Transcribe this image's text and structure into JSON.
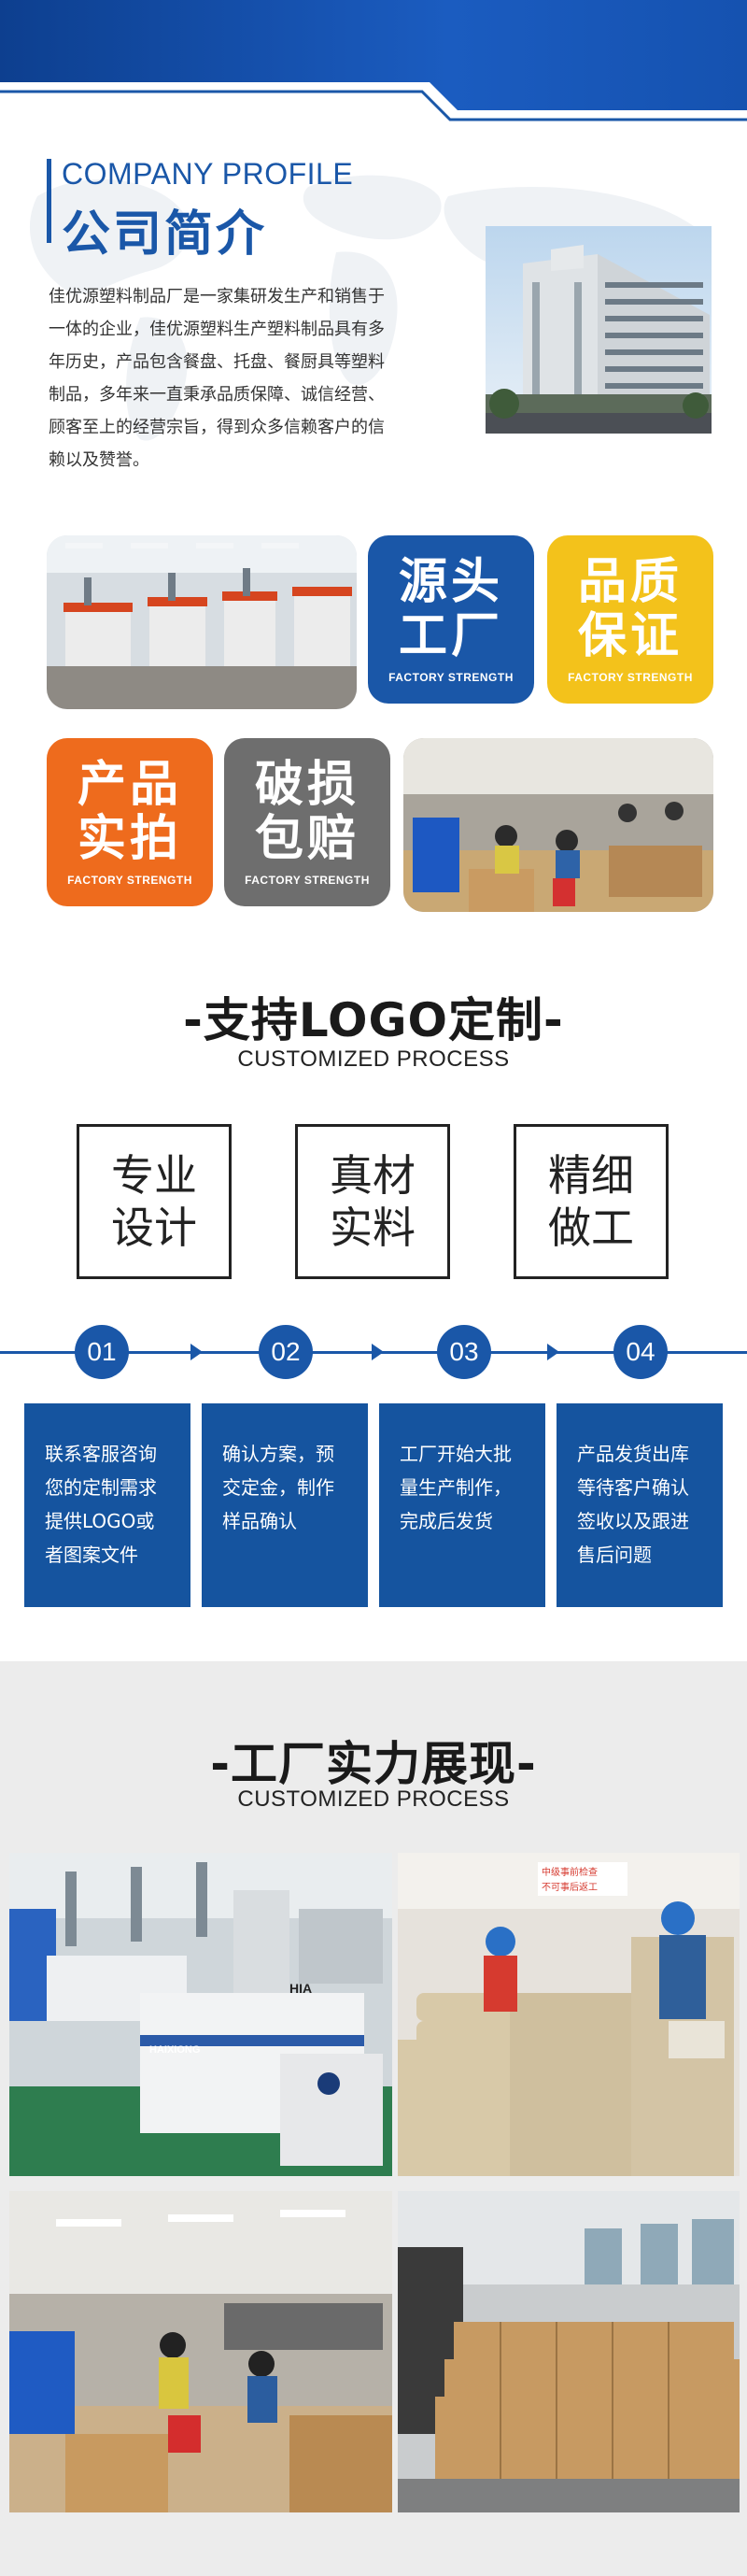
{
  "profile": {
    "title_en": "COMPANY PROFILE",
    "title_cn": "公司简介",
    "lines": [
      "佳优源塑料制品厂是一家集研发生产和销售于",
      "一体的企业，佳优源塑料生产塑料制品具有多",
      "年历史，产品包含餐盘、托盘、餐厨具等塑料",
      "制品，多年来一直秉承品质保障、诚信经营、",
      "顾客至上的经营宗旨，得到众多信赖客户的信",
      "赖以及赞誉。"
    ]
  },
  "tiles": [
    {
      "line1": "源头",
      "line2": "工厂",
      "sub": "FACTORY STRENGTH",
      "color": "#1a57a8"
    },
    {
      "line1": "品质",
      "line2": "保证",
      "sub": "FACTORY STRENGTH",
      "color": "#f3c21b"
    },
    {
      "line1": "产品",
      "line2": "实拍",
      "sub": "FACTORY STRENGTH",
      "color": "#ee6b1d"
    },
    {
      "line1": "破损",
      "line2": "包赔",
      "sub": "FACTORY STRENGTH",
      "color": "#6e6e6e"
    }
  ],
  "logo_section": {
    "title": "-支持LOGO定制-",
    "subtitle": "CUSTOMIZED PROCESS",
    "features": [
      {
        "line1": "专业",
        "line2": "设计"
      },
      {
        "line1": "真材",
        "line2": "实料"
      },
      {
        "line1": "精细",
        "line2": "做工"
      }
    ],
    "steps": [
      {
        "num": "01",
        "lines": [
          "联系客服咨询",
          "您的定制需求",
          "提供LOGO或",
          "者图案文件"
        ]
      },
      {
        "num": "02",
        "lines": [
          "确认方案，预",
          "交定金，制作",
          "样品确认"
        ]
      },
      {
        "num": "03",
        "lines": [
          "工厂开始大批",
          "量生产制作，",
          "完成后发货"
        ]
      },
      {
        "num": "04",
        "lines": [
          "产品发货出库",
          "等待客户确认",
          "签收以及跟进",
          "售后问题"
        ]
      }
    ]
  },
  "strength_section": {
    "title": "-工厂实力展现-",
    "subtitle": "CUSTOMIZED PROCESS",
    "photo_signs": {
      "machine_brand": "HAIXIONG",
      "machine_panel": "HIA",
      "workshop_sign_1": "中级事前检查",
      "workshop_sign_2": "不可事后返工"
    }
  },
  "colors": {
    "brand_blue": "#1a57a8",
    "card_blue": "#15549f",
    "yellow": "#f3c21b",
    "orange": "#ee6b1d",
    "gray": "#6e6e6e"
  }
}
